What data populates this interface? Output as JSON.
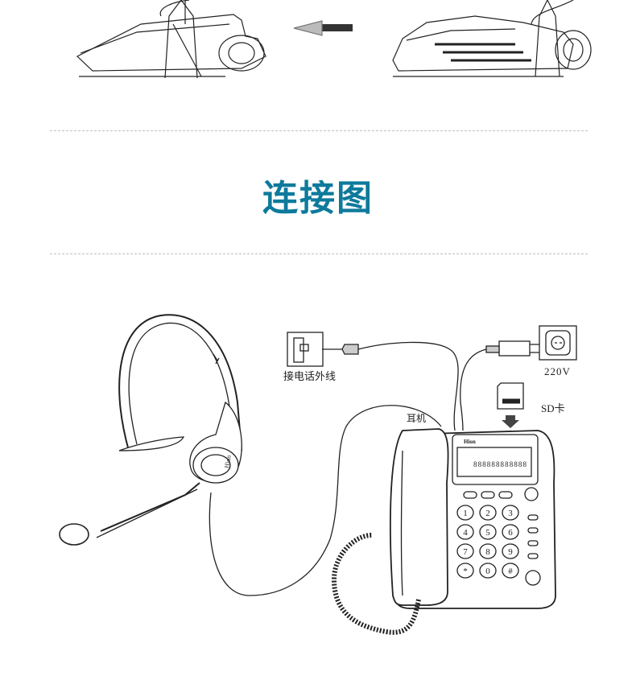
{
  "title": {
    "text": "连接图",
    "color": "#0d7a9c"
  },
  "labels": {
    "phone_line": "接电话外线",
    "power": "220V",
    "sd_card": "SD卡",
    "headset_port": "耳机",
    "brand": "Hion"
  },
  "keypad": [
    "1",
    "2",
    "3",
    "4",
    "5",
    "6",
    "7",
    "8",
    "9",
    "*",
    "0",
    "#"
  ],
  "lcd_digits": "888888888888"
}
